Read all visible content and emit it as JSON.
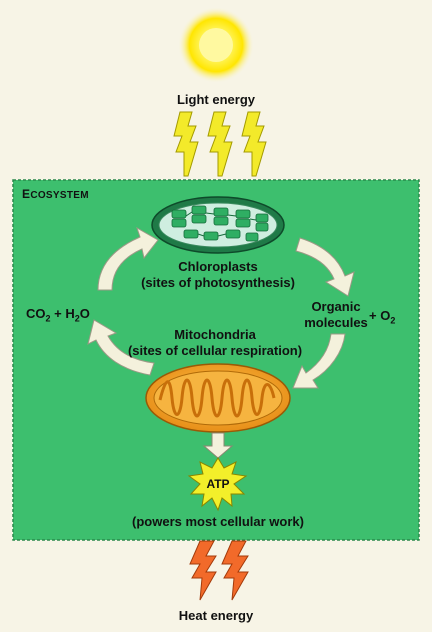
{
  "labels": {
    "light_energy": "Light energy",
    "ecosystem_initial": "E",
    "ecosystem_rest": "COSYSTEM",
    "chloroplasts_line1": "Chloroplasts",
    "chloroplasts_line2": "(sites of photosynthesis)",
    "co2": "CO",
    "co2_sub": "2",
    "plus_h": " + H",
    "h2o_sub": "2",
    "o_suffix": "O",
    "organic_line1": "Organic",
    "organic_line2": "molecules",
    "o2_plus": "+ O",
    "o2_sub": "2",
    "mito_line1": "Mitochondria",
    "mito_line2": "(sites of cellular respiration)",
    "atp": "ATP",
    "powers": "(powers most cellular work)",
    "heat_energy": "Heat energy"
  },
  "colors": {
    "background": "#f7f4e6",
    "ecosystem_fill": "#3dbf6e",
    "ecosystem_border": "#2a8a4c",
    "sun_core": "#fff66a",
    "sun_glow": "#ffe600",
    "light_bolt": "#f3ea2a",
    "heat_bolt": "#f26a2a",
    "cycle_arrow": "#f4f1dc",
    "chloroplast_outer": "#1f7a47",
    "chloroplast_inner": "#bfe7d2",
    "mito_outer": "#f0a21c",
    "mito_inner": "#e07f10",
    "atp_star": "#f3ef2a"
  }
}
